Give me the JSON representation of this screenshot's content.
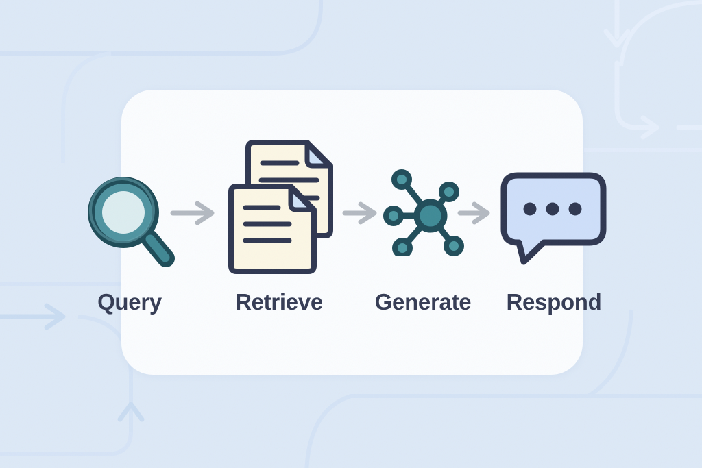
{
  "pipeline": {
    "steps": [
      {
        "id": "query",
        "label": "Query",
        "icon": "magnifier-icon"
      },
      {
        "id": "retrieve",
        "label": "Retrieve",
        "icon": "documents-icon"
      },
      {
        "id": "generate",
        "label": "Generate",
        "icon": "network-icon"
      },
      {
        "id": "respond",
        "label": "Respond",
        "icon": "speech-bubble-icon"
      }
    ],
    "connector_icon": "arrow-right-icon"
  },
  "colors": {
    "background": "#dde9f7",
    "card": "#fbfdff",
    "label_text": "#343b54",
    "outline_navy": "#2e3650",
    "teal_fill": "#3e8a96",
    "teal_ring": "#4e93a0",
    "teal_outline": "#1f4c59",
    "lens_fill": "#dcedf0",
    "document_fill": "#fcf7e5",
    "fold_fill": "#cfe2f8",
    "bubble_fill": "#cedffa",
    "arrow_gray": "#b3b9c1",
    "flow_line_blue": "#c9dcf2",
    "flow_line_soft": "#d6e4f7",
    "flow_line_light": "#e6effc"
  }
}
